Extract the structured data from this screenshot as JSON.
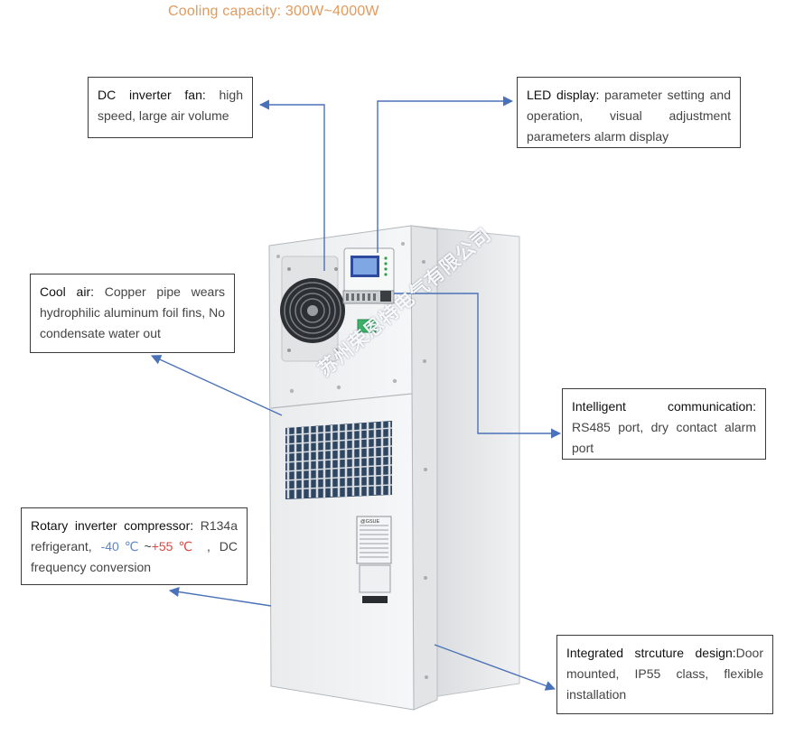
{
  "header": {
    "cooling_capacity": "Cooling capacity: 300W~4000W"
  },
  "callouts": {
    "fan": {
      "title": "DC inverter fan:",
      "text": " high speed, large air volume"
    },
    "led": {
      "title": "LED display:",
      "text": " parameter setting and operation, visual adjustment parameters alarm display"
    },
    "cool": {
      "title": "Cool air:",
      "text": " Copper pipe wears hydrophilic aluminum foil fins, No condensate water out"
    },
    "intel": {
      "title": "Intelligent communication:",
      "text": " RS485 port, dry contact alarm port"
    },
    "compressor": {
      "title": "Rotary inverter compressor:",
      "text_a": " R134a refrigerant, ",
      "temp_low": "-40℃",
      "tilde": "~",
      "temp_high": "+55℃",
      "text_b": " , DC frequency conversion"
    },
    "integrated": {
      "title": "Integrated strcuture design:",
      "text": "Door mounted, IP55 class, flexible installation"
    }
  },
  "product": {
    "watermark": "苏州荣恩特电气有限公司",
    "nameplate_brand": "@GSUE"
  },
  "colors": {
    "accent_orange": "#E39A5C",
    "arrow_blue": "#4A72B8",
    "temp_blue": "#5B87C5",
    "temp_red": "#D9463E"
  }
}
